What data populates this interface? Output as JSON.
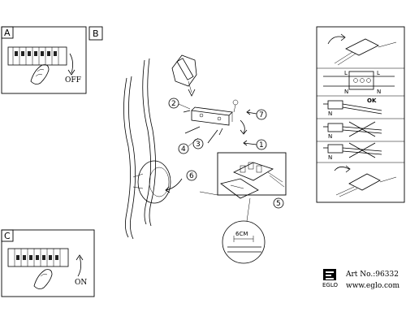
{
  "panels": {
    "a_label": "A",
    "b_label": "B",
    "c_label": "C",
    "a_switch_text": "OFF",
    "c_switch_text": "ON"
  },
  "steps": [
    "1",
    "2",
    "3",
    "4",
    "5",
    "6",
    "7"
  ],
  "measurement": "6CM",
  "wiring": {
    "l_label": "L",
    "n_label": "N",
    "ok_label": "OK"
  },
  "footer": {
    "brand": "EGLO",
    "article_line": "Art No.:96332",
    "website": "www.eglo.com"
  }
}
